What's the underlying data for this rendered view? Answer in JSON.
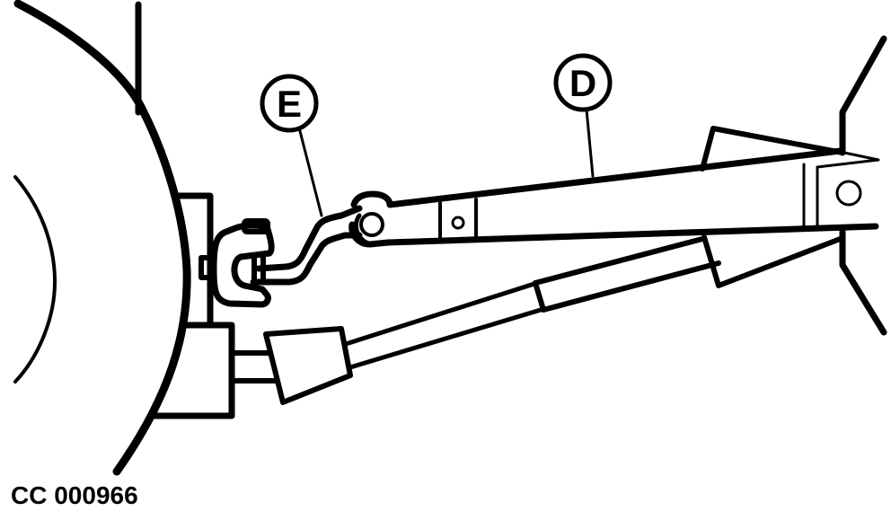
{
  "figure": {
    "id_label": "CC 000966",
    "subject": "tractor three-point hitch linkage illustration",
    "colors": {
      "line": "#000000",
      "background": "#ffffff"
    }
  },
  "callouts": [
    {
      "letter": "E",
      "target": "hook-link"
    },
    {
      "letter": "D",
      "target": "upper-link-arm"
    }
  ]
}
